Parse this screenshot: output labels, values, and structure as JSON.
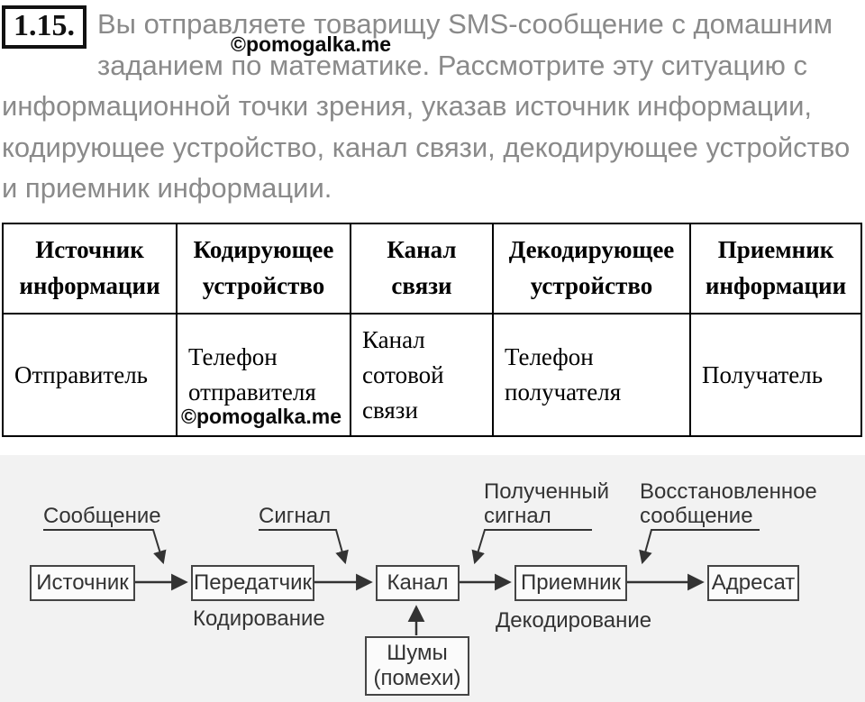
{
  "task": {
    "number": "1.15.",
    "text": "Вы отправляете товарищу SMS-сообщение с домашним заданием по математике. Рассмотрите эту ситуацию с информационной точки зрения, указав источник информации, кодирующее устройство, канал связи, декодирующее устройство и приемник информации."
  },
  "watermark": {
    "text": "©pomogalka.me"
  },
  "table": {
    "headers": [
      "Источник информации",
      "Кодирующее устройство",
      "Канал связи",
      "Декодирующее устройство",
      "Приемник информации"
    ],
    "row": [
      "Отправитель",
      "Телефон отправителя",
      "Канал сотовой связи",
      "Телефон получателя",
      "Получатель"
    ]
  },
  "diagram": {
    "boxes": {
      "source": "Источник",
      "transmitter": "Передатчик",
      "channel": "Канал",
      "receiver": "Приемник",
      "addressee": "Адресат",
      "noise": "Шумы (помехи)"
    },
    "labels": {
      "message": "Сообщение",
      "signal": "Сигнал",
      "received_signal": "Полученный сигнал",
      "restored_message": "Восстановленное сообщение",
      "encoding": "Кодирование",
      "decoding": "Декодирование"
    }
  },
  "colors": {
    "problem_text": "#8a8a8a",
    "diagram_background": "#f2f2f2",
    "diagram_stroke": "#333333",
    "table_border": "#000000"
  }
}
